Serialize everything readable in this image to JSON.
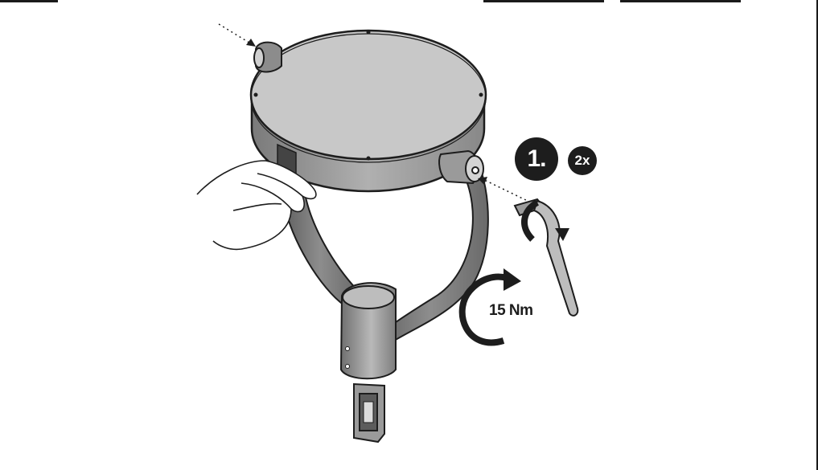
{
  "step": {
    "number_label": "1.",
    "repeat_label": "2x"
  },
  "torque": {
    "label": "15 Nm"
  },
  "icons": {
    "luminaire": "round-luminaire-head-icon",
    "bracket": "y-bracket-arm-icon",
    "hand": "supporting-hand-icon",
    "wrench": "hex-key-wrench-icon",
    "rotation": "clockwise-rotation-arrow-icon"
  },
  "colors": {
    "ink": "#1d1d1d",
    "head_fill": "#c8c8c8",
    "arm_fill": "#7a7a7a",
    "background": "#ffffff"
  }
}
